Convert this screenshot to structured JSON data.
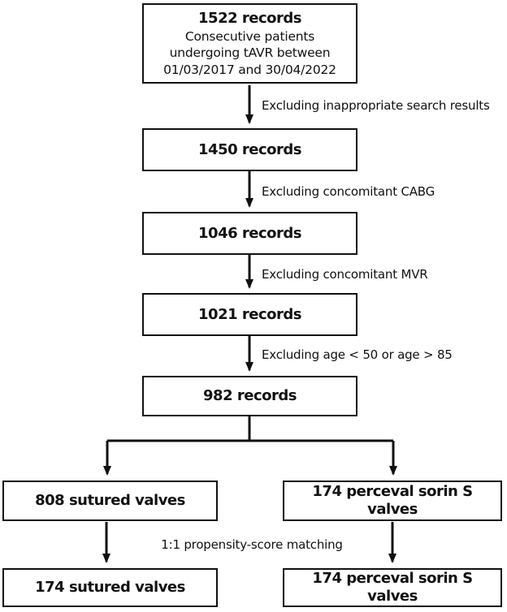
{
  "flowchart": {
    "top_box": {
      "title": "1522 records",
      "lines": [
        "Consecutive patients",
        "undergoing tAVR between",
        "01/03/2017 and 30/04/2022"
      ]
    },
    "steps": [
      {
        "exclusion": "Excluding inappropriate search results",
        "box": "1450 records"
      },
      {
        "exclusion": "Excluding concomitant CABG",
        "box": "1046 records"
      },
      {
        "exclusion": "Excluding concomitant MVR",
        "box": "1021 records"
      },
      {
        "exclusion": "Excluding age < 50 or age > 85",
        "box": "982 records"
      }
    ],
    "branches": {
      "left_upper": "808 sutured valves",
      "right_upper": "174 perceval sorin S valves",
      "matching_label": "1:1 propensity-score matching",
      "left_lower": "174 sutured valves",
      "right_lower": "174 perceval sorin S valves"
    },
    "colors": {
      "line": "#111111",
      "text": "#111111",
      "background": "#ffffff"
    }
  }
}
